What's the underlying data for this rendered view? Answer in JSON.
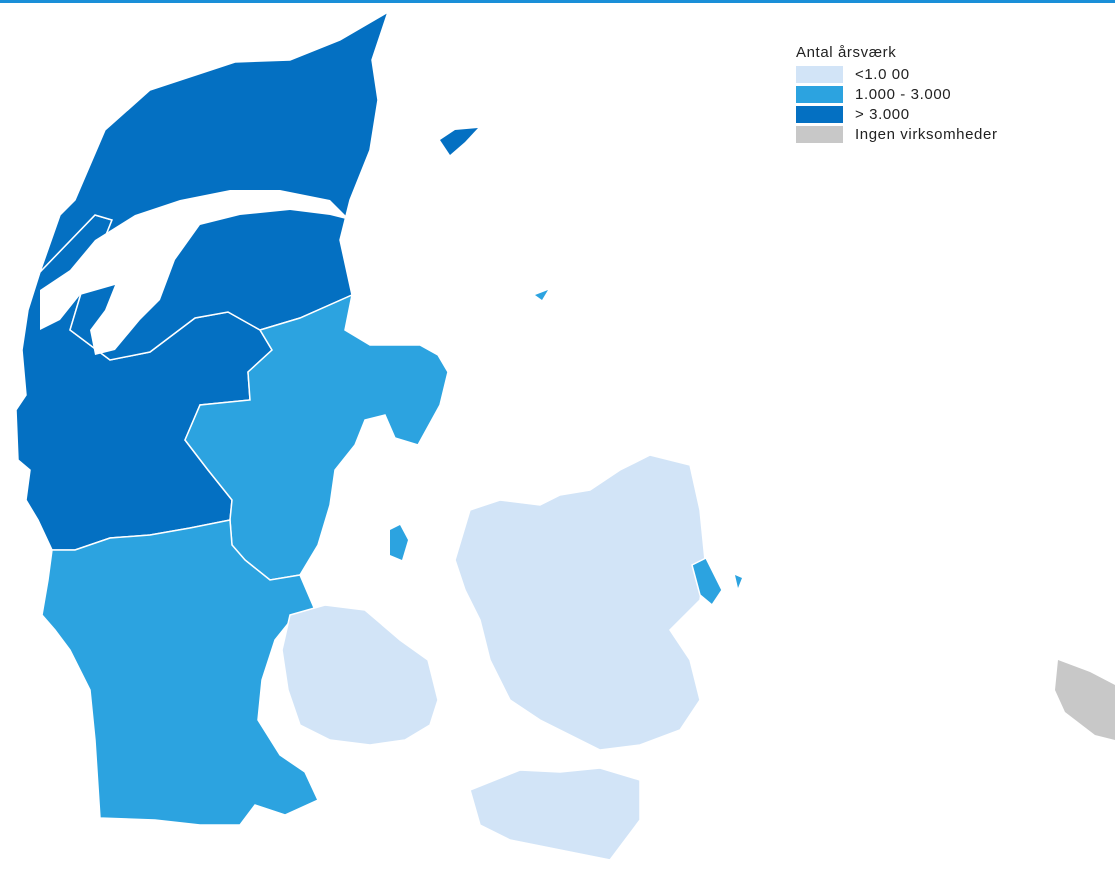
{
  "colors": {
    "low": "#d2e4f7",
    "mid": "#2ca3e0",
    "high": "#0470c2",
    "none": "#c8c8c8",
    "border": "#ffffff",
    "rule": "#1a8fd8"
  },
  "legend": {
    "title": "Antal årsværk",
    "items": [
      {
        "label": "<1.0 00",
        "class": "low"
      },
      {
        "label": "1.000 - 3.000",
        "class": "mid"
      },
      {
        "label": "> 3.000",
        "class": "high"
      },
      {
        "label": "Ingen virksomheder",
        "class": "none"
      }
    ]
  },
  "regions": [
    {
      "id": "nordjylland",
      "class": "high"
    },
    {
      "id": "vestjylland",
      "class": "high"
    },
    {
      "id": "midtjylland-east",
      "class": "mid"
    },
    {
      "id": "syddanmark",
      "class": "mid"
    },
    {
      "id": "fyn",
      "class": "low"
    },
    {
      "id": "sjaelland",
      "class": "low"
    },
    {
      "id": "lolland-falster",
      "class": "low"
    },
    {
      "id": "koebenhavn",
      "class": "mid"
    },
    {
      "id": "bornholm",
      "class": "none"
    }
  ]
}
